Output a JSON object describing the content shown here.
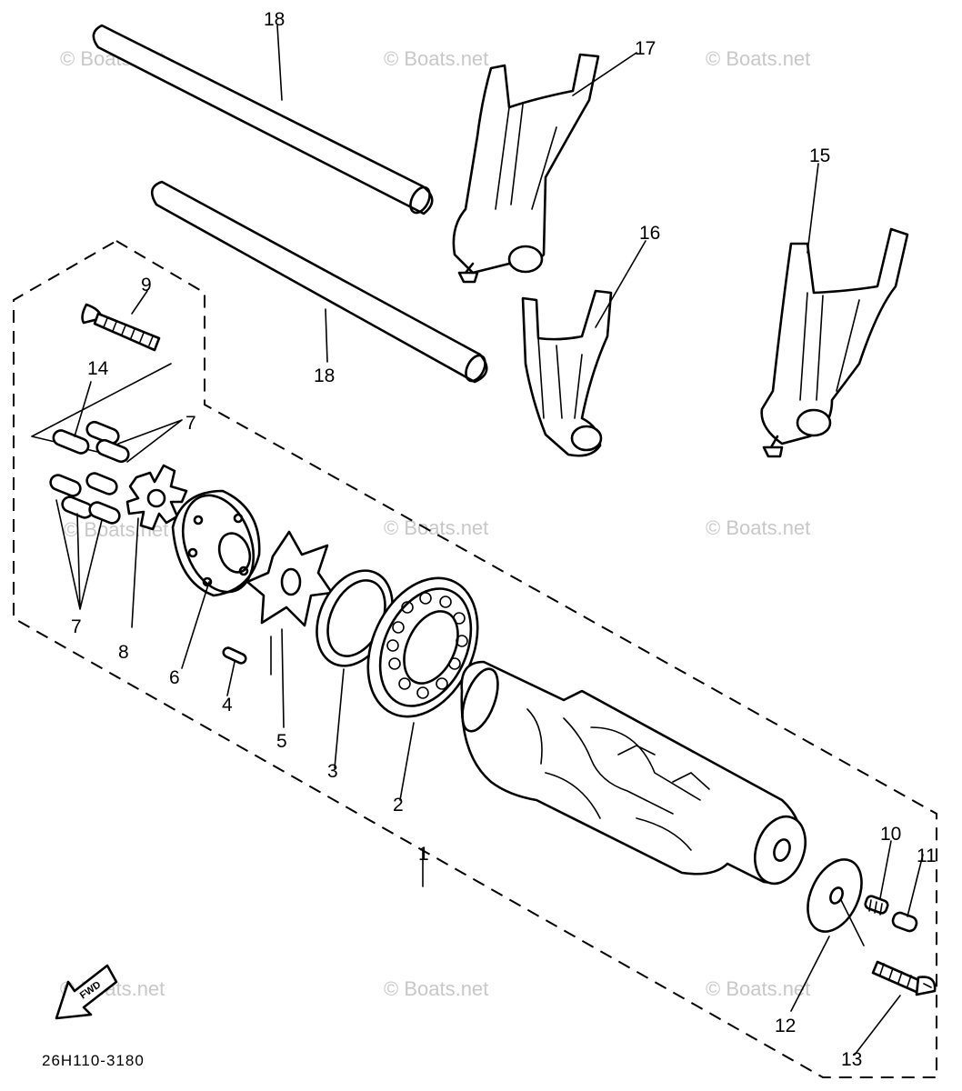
{
  "callouts": [
    {
      "id": "c18a",
      "text": "18"
    },
    {
      "id": "c17",
      "text": "17"
    },
    {
      "id": "c15",
      "text": "15"
    },
    {
      "id": "c16",
      "text": "16"
    },
    {
      "id": "c18b",
      "text": "18"
    },
    {
      "id": "c9",
      "text": "9"
    },
    {
      "id": "c14",
      "text": "14"
    },
    {
      "id": "c7a",
      "text": "7"
    },
    {
      "id": "c7b",
      "text": "7"
    },
    {
      "id": "c8",
      "text": "8"
    },
    {
      "id": "c6",
      "text": "6"
    },
    {
      "id": "c4",
      "text": "4"
    },
    {
      "id": "c5",
      "text": "5"
    },
    {
      "id": "c3",
      "text": "3"
    },
    {
      "id": "c2",
      "text": "2"
    },
    {
      "id": "c1",
      "text": "1"
    },
    {
      "id": "c10",
      "text": "10"
    },
    {
      "id": "c11",
      "text": "11"
    },
    {
      "id": "c12",
      "text": "12"
    },
    {
      "id": "c13",
      "text": "13"
    }
  ],
  "fwd_label": "FWD",
  "diagram_code": "26H110-3180",
  "watermark": "© Boats.net"
}
